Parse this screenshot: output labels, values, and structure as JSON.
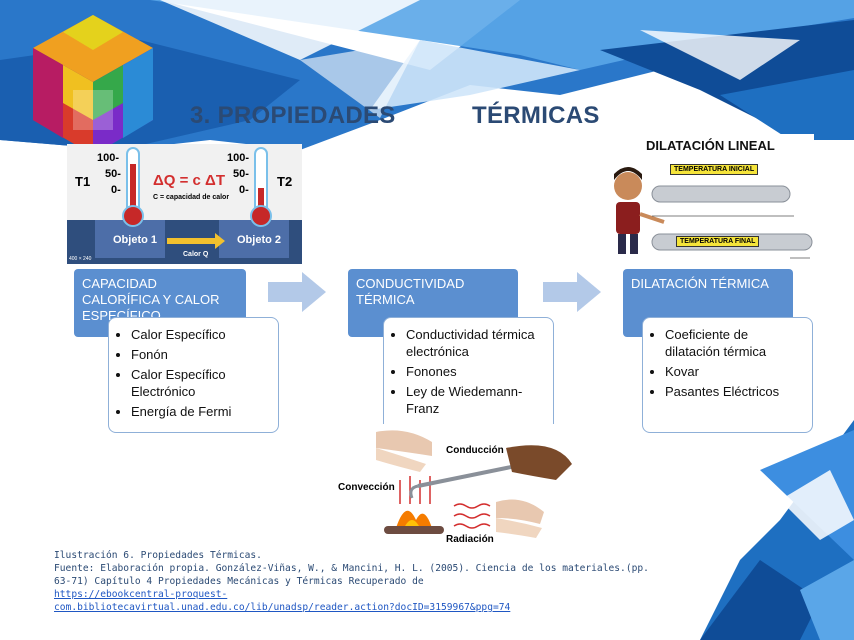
{
  "colors": {
    "accent_blue": "#5b8fd0",
    "dark_blue": "#2b4a74",
    "bg_blue": "#1e6fc1",
    "link": "#1f57c3"
  },
  "title": {
    "part1": "3. PROPIEDADES",
    "part2": "TÉRMICAS"
  },
  "figures": {
    "heat_capacity": {
      "t1": "T1",
      "t2": "T2",
      "scale_100": "100-",
      "scale_50": "50-",
      "scale_0": "0-",
      "formula": "ΔQ = c ΔT",
      "formula_note": "C = capacidad de calor",
      "object1": "Objeto 1",
      "object2": "Objeto 2",
      "heat_label": "Calor Q",
      "corner_note": "400 × 240"
    },
    "dilatacion": {
      "title": "DILATACIÓN LINEAL",
      "temp_initial": "TEMPERATURA INICIAL",
      "temp_final": "TEMPERATURA FINAL"
    },
    "heat_transfer": {
      "conduction": "Conducción",
      "convection": "Convección",
      "radiation": "Radiación"
    }
  },
  "columns": [
    {
      "header": "CAPACIDAD CALORÍFICA Y CALOR ESPECÍFICO",
      "items": [
        "Calor Específico",
        "Fonón",
        "Calor Específico Electrónico",
        "Energía de Fermi"
      ]
    },
    {
      "header": "CONDUCTIVIDAD TÉRMICA",
      "items": [
        "Conductividad térmica electrónica",
        "Fonones",
        "Ley de Wiedemann-Franz"
      ]
    },
    {
      "header": "DILATACIÓN TÉRMICA",
      "items": [
        "Coeficiente de dilatación térmica",
        "Kovar",
        "Pasantes Eléctricos"
      ]
    }
  ],
  "caption": {
    "line1": "Ilustración 6. Propiedades Térmicas.",
    "line2": "Fuente: Elaboración propia. González-Viñas, W., & Mancini, H. L. (2005). Ciencia de los materiales.(pp.",
    "line3": "63-71) Capítulo 4 Propiedades Mecánicas y Térmicas Recuperado de",
    "link1": "https://ebookcentral-proquest-",
    "link2": "com.bibliotecavirtual.unad.edu.co/lib/unadsp/reader.action?docID=3159967&ppg=74"
  }
}
